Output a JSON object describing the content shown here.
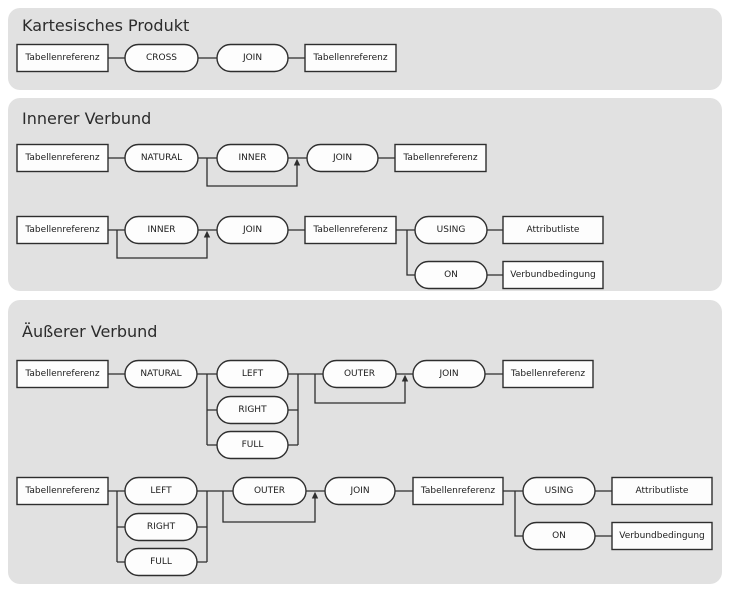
{
  "colors": {
    "page_bg": "#ffffff",
    "panel_bg": "#e1e1e1",
    "box_fill": "#fdfdfd",
    "line_color": "#2e2e2e",
    "title_color": "#2b2b2b",
    "label_color": "#1c1c1c"
  },
  "sections": [
    {
      "title": "Kartesisches Produkt",
      "nodes": {
        "tabref1": "Tabellenreferenz",
        "cross": "CROSS",
        "join": "JOIN",
        "tabref2": "Tabellenreferenz"
      }
    },
    {
      "title": "Innerer Verbund",
      "rowA": {
        "tabref1": "Tabellenreferenz",
        "natural": "NATURAL",
        "inner": "INNER",
        "join": "JOIN",
        "tabref2": "Tabellenreferenz"
      },
      "rowB": {
        "tabref1": "Tabellenreferenz",
        "inner": "INNER",
        "join": "JOIN",
        "tabref2": "Tabellenreferenz",
        "using": "USING",
        "attrlist": "Attributliste",
        "on": "ON",
        "joincond": "Verbundbedingung"
      }
    },
    {
      "title": "Äußerer Verbund",
      "rowA": {
        "tabref1": "Tabellenreferenz",
        "natural": "NATURAL",
        "left": "LEFT",
        "right": "RIGHT",
        "full": "FULL",
        "outer": "OUTER",
        "join": "JOIN",
        "tabref2": "Tabellenreferenz"
      },
      "rowB": {
        "tabref1": "Tabellenreferenz",
        "left": "LEFT",
        "right": "RIGHT",
        "full": "FULL",
        "outer": "OUTER",
        "join": "JOIN",
        "tabref2": "Tabellenreferenz",
        "using": "USING",
        "attrlist": "Attributliste",
        "on": "ON",
        "joincond": "Verbundbedingung"
      }
    }
  ]
}
